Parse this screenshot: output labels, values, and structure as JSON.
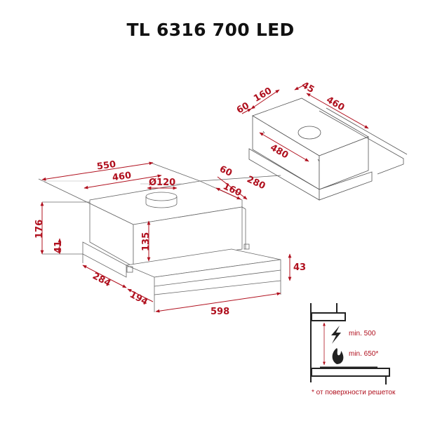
{
  "title": "TL 6316 700 LED",
  "colors": {
    "dimension": "#b0101e",
    "line": "#555555",
    "text": "#111111"
  },
  "top_view": {
    "dims": {
      "d60": "60",
      "d160": "160",
      "d45": "45",
      "d460": "460",
      "d480": "480"
    }
  },
  "main_view": {
    "dims": {
      "d550": "550",
      "d460": "460",
      "d120": "Ø120",
      "d60": "60",
      "d280": "280",
      "d160": "160",
      "d176": "176",
      "d41": "41",
      "d135": "135",
      "d43": "43",
      "d284": "284",
      "d194": "194",
      "d598": "598"
    }
  },
  "install": {
    "min_electric": "min. 500",
    "min_gas": "min. 650*",
    "footnote": "* от поверхности решеток",
    "icons": [
      "lightning-icon",
      "flame-icon"
    ]
  }
}
